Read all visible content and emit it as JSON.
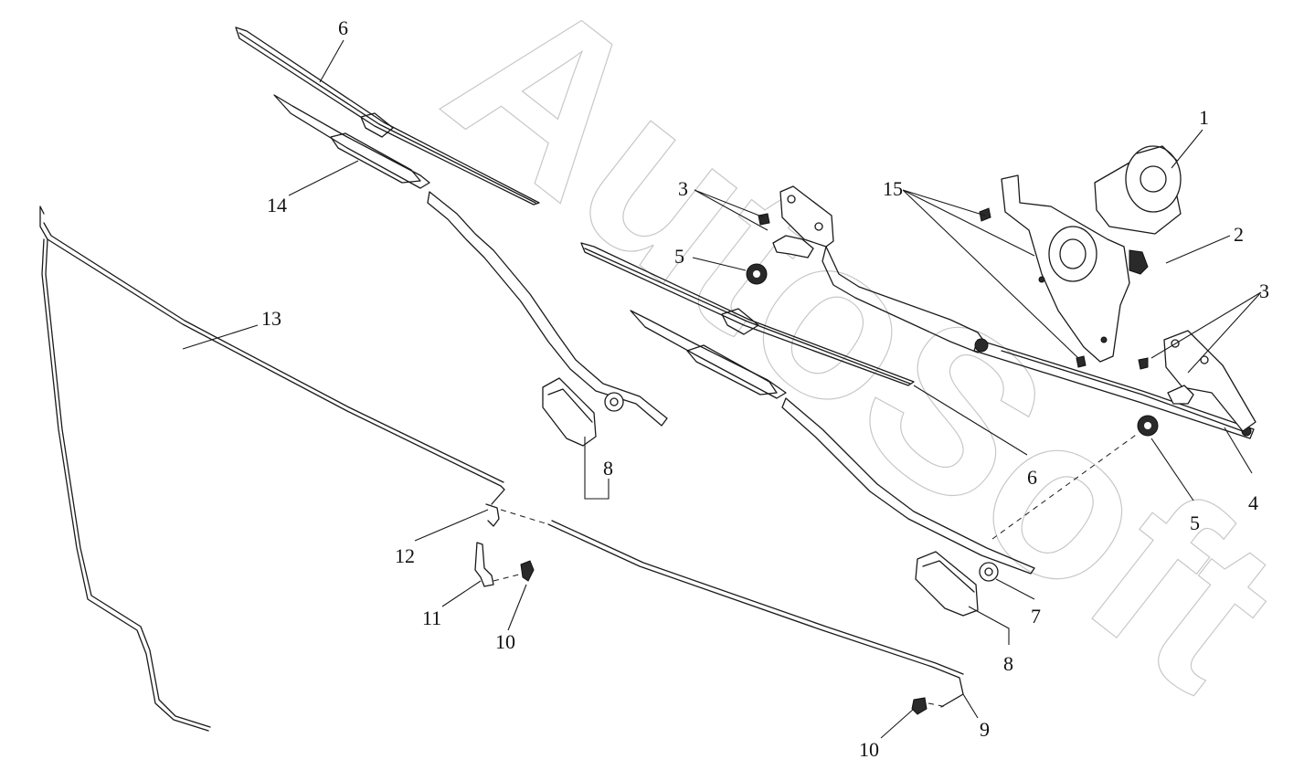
{
  "watermark": "AutoSoft",
  "callouts": {
    "c1": "1",
    "c2": "2",
    "c3a": "3",
    "c3b": "3",
    "c4": "4",
    "c5a": "5",
    "c5b": "5",
    "c6a": "6",
    "c6b": "6",
    "c7": "7",
    "c8a": "8",
    "c8b": "8",
    "c9": "9",
    "c10a": "10",
    "c10b": "10",
    "c11": "11",
    "c12": "12",
    "c13": "13",
    "c14": "14",
    "c15": "15"
  }
}
